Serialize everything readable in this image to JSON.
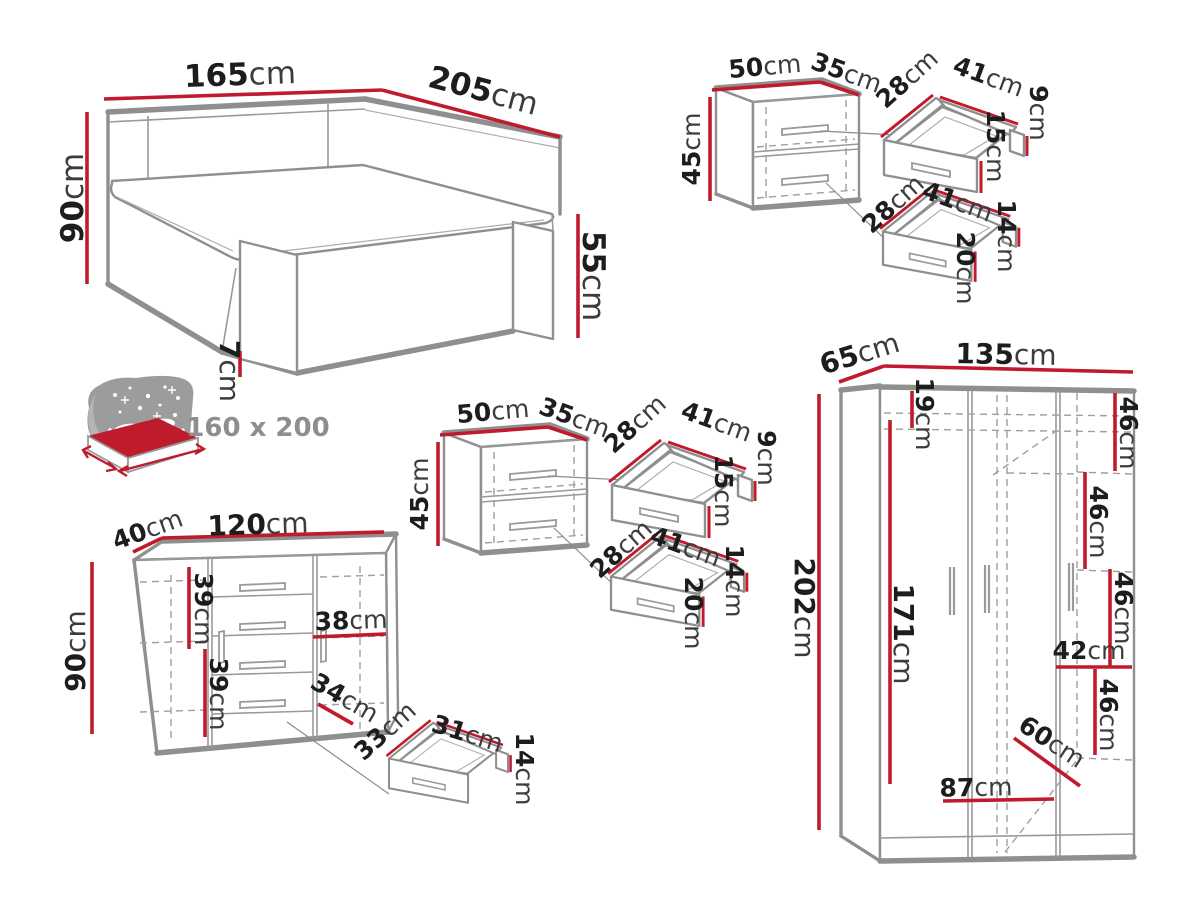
{
  "colors": {
    "accent": "#c01b2d",
    "line": "#8f8f8f",
    "text": "#1d1d1d",
    "muted": "#8e8e8e"
  },
  "icon": {
    "name": "bed-mattress-night-icon",
    "label": "160 x 200"
  },
  "bed": {
    "width": {
      "v": "165",
      "u": "cm"
    },
    "length": {
      "v": "205",
      "u": "cm"
    },
    "height": {
      "v": "90",
      "u": "cm"
    },
    "side_height": {
      "v": "55",
      "u": "cm"
    },
    "plinth": {
      "v": "7",
      "u": "cm"
    },
    "mattress_size": "160 x 200"
  },
  "nightstands": [
    {
      "width": {
        "v": "50",
        "u": "cm"
      },
      "depth": {
        "v": "35",
        "u": "cm"
      },
      "height": {
        "v": "45",
        "u": "cm"
      },
      "top_drawer": {
        "depth": {
          "v": "28",
          "u": "cm"
        },
        "width": {
          "v": "41",
          "u": "cm"
        },
        "front_height": {
          "v": "9",
          "u": "cm"
        },
        "box_height": {
          "v": "15",
          "u": "cm"
        }
      },
      "bottom_drawer": {
        "depth": {
          "v": "28",
          "u": "cm"
        },
        "width": {
          "v": "41",
          "u": "cm"
        },
        "front_height": {
          "v": "14",
          "u": "cm"
        },
        "box_height": {
          "v": "20",
          "u": "cm"
        }
      }
    },
    {
      "width": {
        "v": "50",
        "u": "cm"
      },
      "depth": {
        "v": "35",
        "u": "cm"
      },
      "height": {
        "v": "45",
        "u": "cm"
      },
      "top_drawer": {
        "depth": {
          "v": "28",
          "u": "cm"
        },
        "width": {
          "v": "41",
          "u": "cm"
        },
        "front_height": {
          "v": "9",
          "u": "cm"
        },
        "box_height": {
          "v": "15",
          "u": "cm"
        }
      },
      "bottom_drawer": {
        "depth": {
          "v": "28",
          "u": "cm"
        },
        "width": {
          "v": "41",
          "u": "cm"
        },
        "front_height": {
          "v": "14",
          "u": "cm"
        },
        "box_height": {
          "v": "20",
          "u": "cm"
        }
      }
    }
  ],
  "dresser": {
    "depth": {
      "v": "40",
      "u": "cm"
    },
    "width": {
      "v": "120",
      "u": "cm"
    },
    "height": {
      "v": "90",
      "u": "cm"
    },
    "upper_shelf": {
      "v": "39",
      "u": "cm"
    },
    "lower_shelf": {
      "v": "39",
      "u": "cm"
    },
    "door_width": {
      "v": "38",
      "u": "cm"
    },
    "drawer_front": {
      "v": "34",
      "u": "cm"
    },
    "drawer": {
      "depth": {
        "v": "33",
        "u": "cm"
      },
      "width": {
        "v": "31",
        "u": "cm"
      },
      "height": {
        "v": "14",
        "u": "cm"
      }
    }
  },
  "wardrobe": {
    "depth": {
      "v": "65",
      "u": "cm"
    },
    "width": {
      "v": "135",
      "u": "cm"
    },
    "height": {
      "v": "202",
      "u": "cm"
    },
    "interior_height": {
      "v": "171",
      "u": "cm"
    },
    "top_shelf": {
      "v": "19",
      "u": "cm"
    },
    "sections": [
      {
        "v": "46",
        "u": "cm"
      },
      {
        "v": "46",
        "u": "cm"
      },
      {
        "v": "46",
        "u": "cm"
      },
      {
        "v": "46",
        "u": "cm"
      }
    ],
    "shelf_width": {
      "v": "42",
      "u": "cm"
    },
    "interior_depth": {
      "v": "60",
      "u": "cm"
    },
    "interior_width": {
      "v": "87",
      "u": "cm"
    }
  }
}
